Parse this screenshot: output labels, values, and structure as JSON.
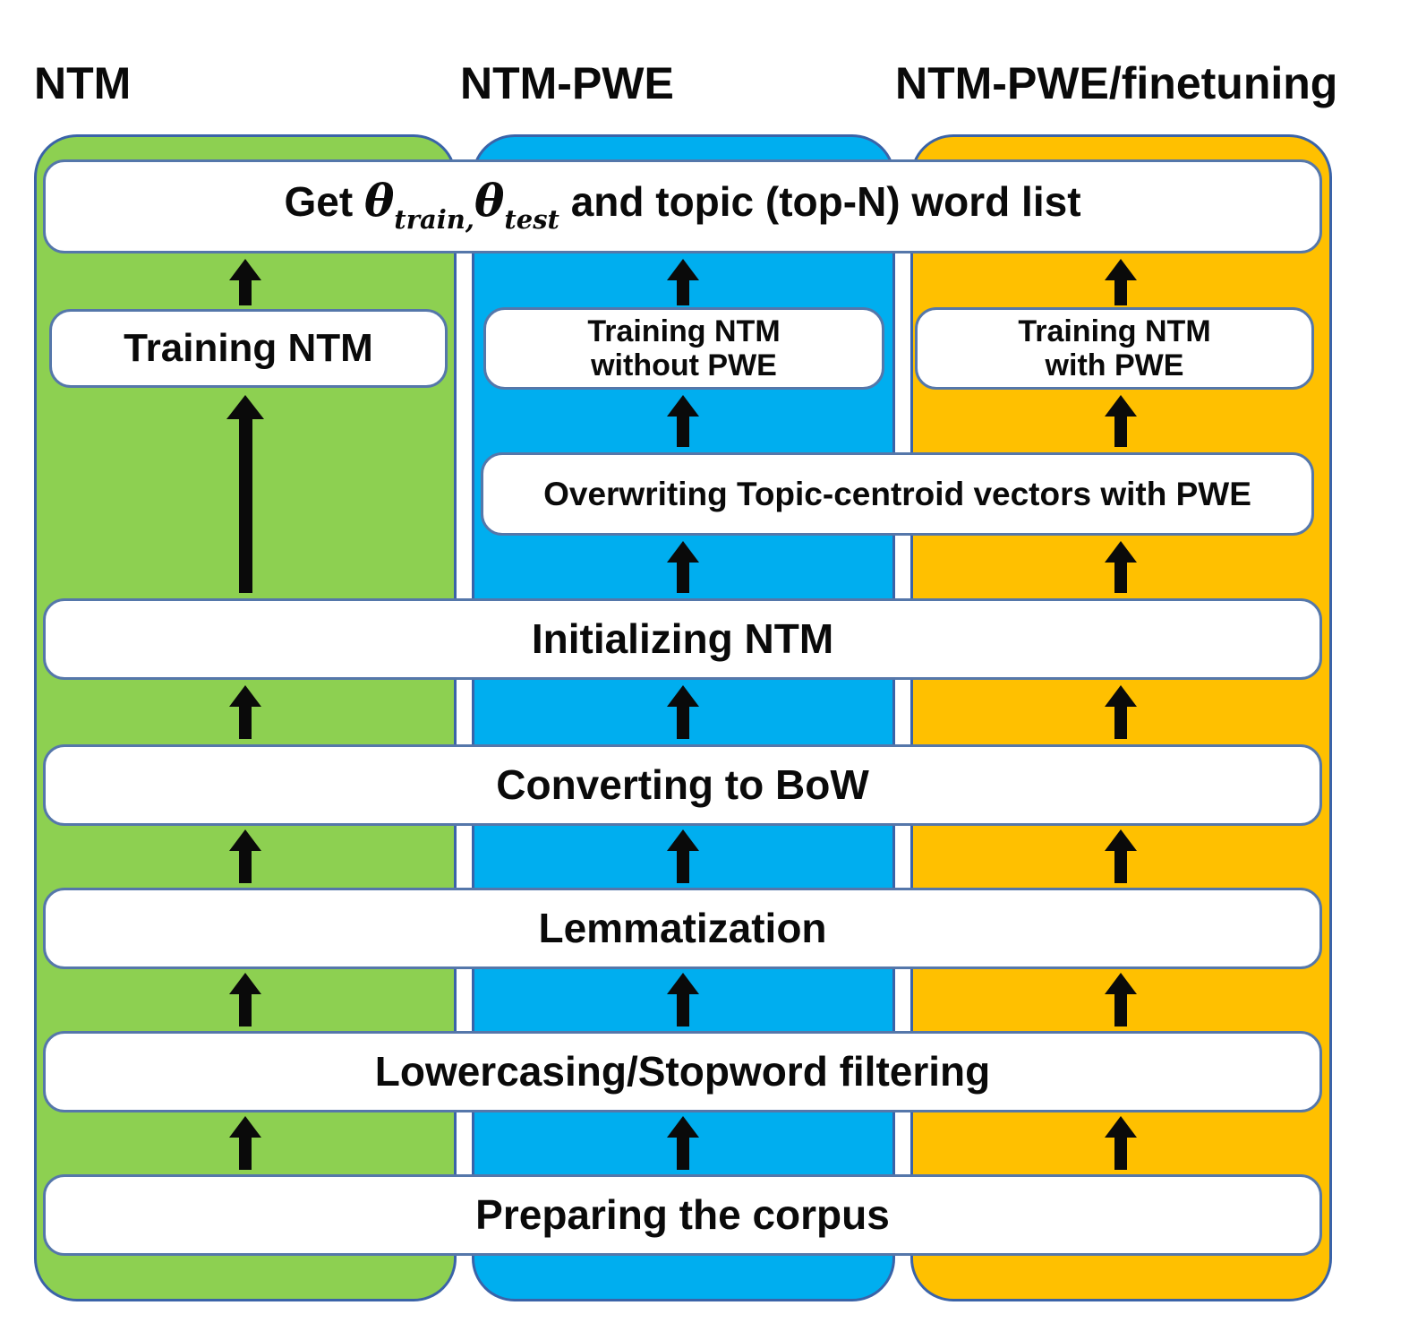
{
  "diagram_title": "NTM preprocessing and training pipelines",
  "colors": {
    "green": "#8DD051",
    "blue": "#00AEEF",
    "orange": "#FFC000",
    "border": "#3A63A8",
    "boxborder": "#5577AA",
    "arrow": "#0a0a0a"
  },
  "headers": {
    "ntm": "NTM",
    "ntm_pwe": "NTM-PWE",
    "ntm_pwe_finetuning": "NTM-PWE/finetuning"
  },
  "top_box": {
    "prefix": "Get ",
    "theta1": "θ",
    "sub1": "train",
    "comma": ",",
    "theta2": "θ",
    "sub2": "test",
    "suffix": " and topic (top-N) word list"
  },
  "stages": {
    "training_ntm": "Training NTM",
    "training_ntm_without_pwe_line1": "Training NTM",
    "training_ntm_without_pwe_line2": "without PWE",
    "training_ntm_with_pwe_line1": "Training NTM",
    "training_ntm_with_pwe_line2": "with PWE",
    "overwriting_topic_centroid": "Overwriting Topic-centroid vectors with PWE",
    "initializing_ntm": "Initializing NTM",
    "converting_to_bow": "Converting to BoW",
    "lemmatization": "Lemmatization",
    "lowercasing_stopword": "Lowercasing/Stopword filtering",
    "preparing_corpus": "Preparing the corpus"
  }
}
